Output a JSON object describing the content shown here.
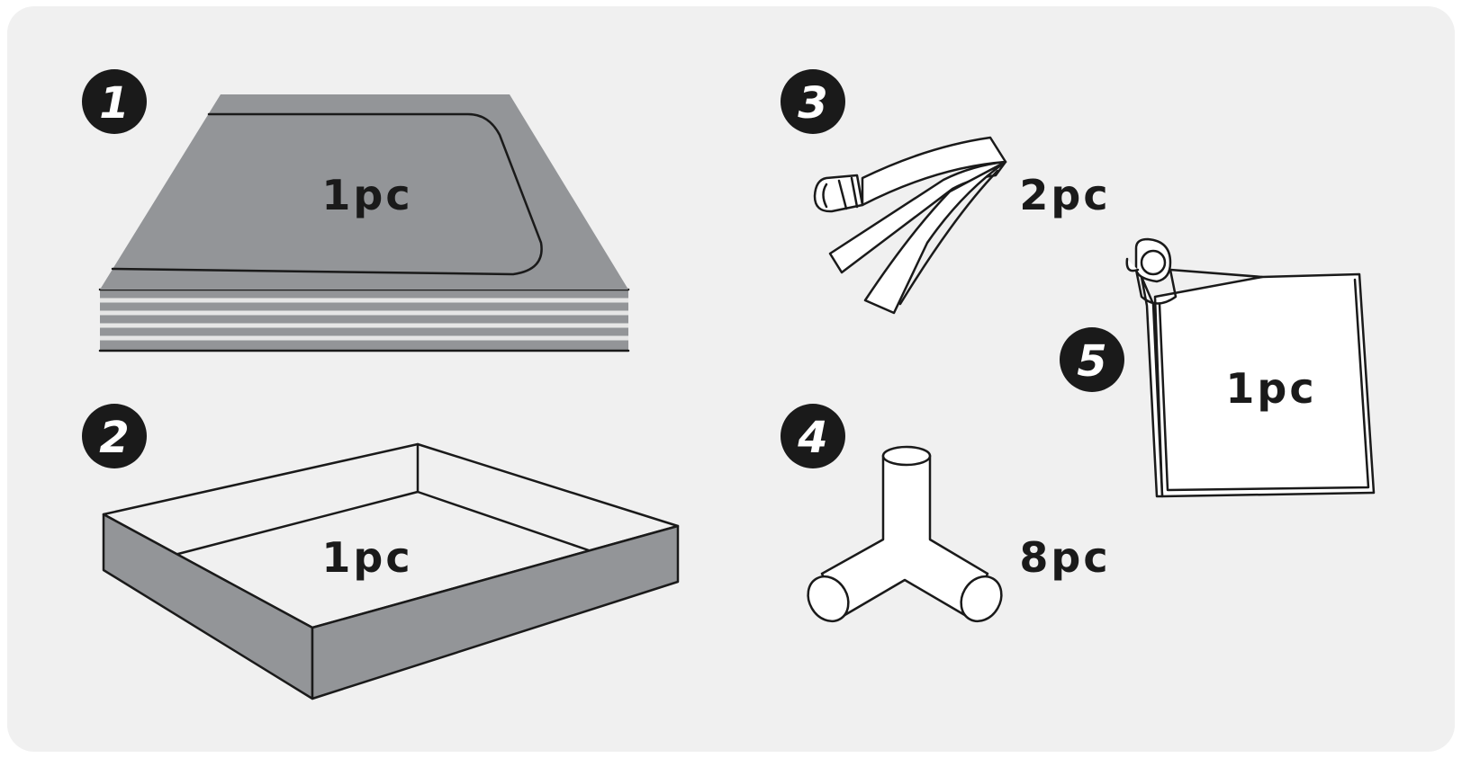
{
  "parts": [
    {
      "number": "1",
      "quantity": "1pc",
      "icon": "folded-mat-icon"
    },
    {
      "number": "2",
      "quantity": "1pc",
      "icon": "pool-frame-icon"
    },
    {
      "number": "3",
      "quantity": "2pc",
      "icon": "strap-icon"
    },
    {
      "number": "4",
      "quantity": "8pc",
      "icon": "three-way-connector-icon"
    },
    {
      "number": "5",
      "quantity": "1pc",
      "icon": "cover-sheet-icon"
    }
  ],
  "colors": {
    "background": "#f0f0f0",
    "badge": "#1a1a1a",
    "part_fill": "#939598",
    "line": "#1a1a1a"
  }
}
